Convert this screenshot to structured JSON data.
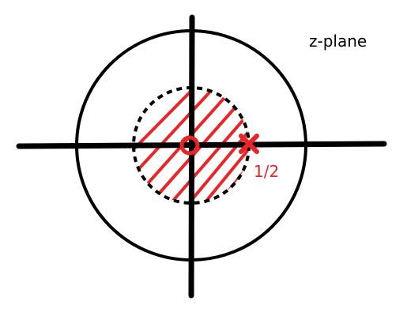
{
  "diagram": {
    "plane_label": "z-plane",
    "pole_label": "1/2",
    "colors": {
      "stroke": "#000000",
      "accent": "#e8262a"
    },
    "elements": {
      "unit_circle": "unit-circle",
      "roc_boundary": "dashed-circle",
      "zero_marker": "circle-marker",
      "pole_marker": "cross-marker",
      "roc_fill": "diagonal-hatch"
    }
  }
}
